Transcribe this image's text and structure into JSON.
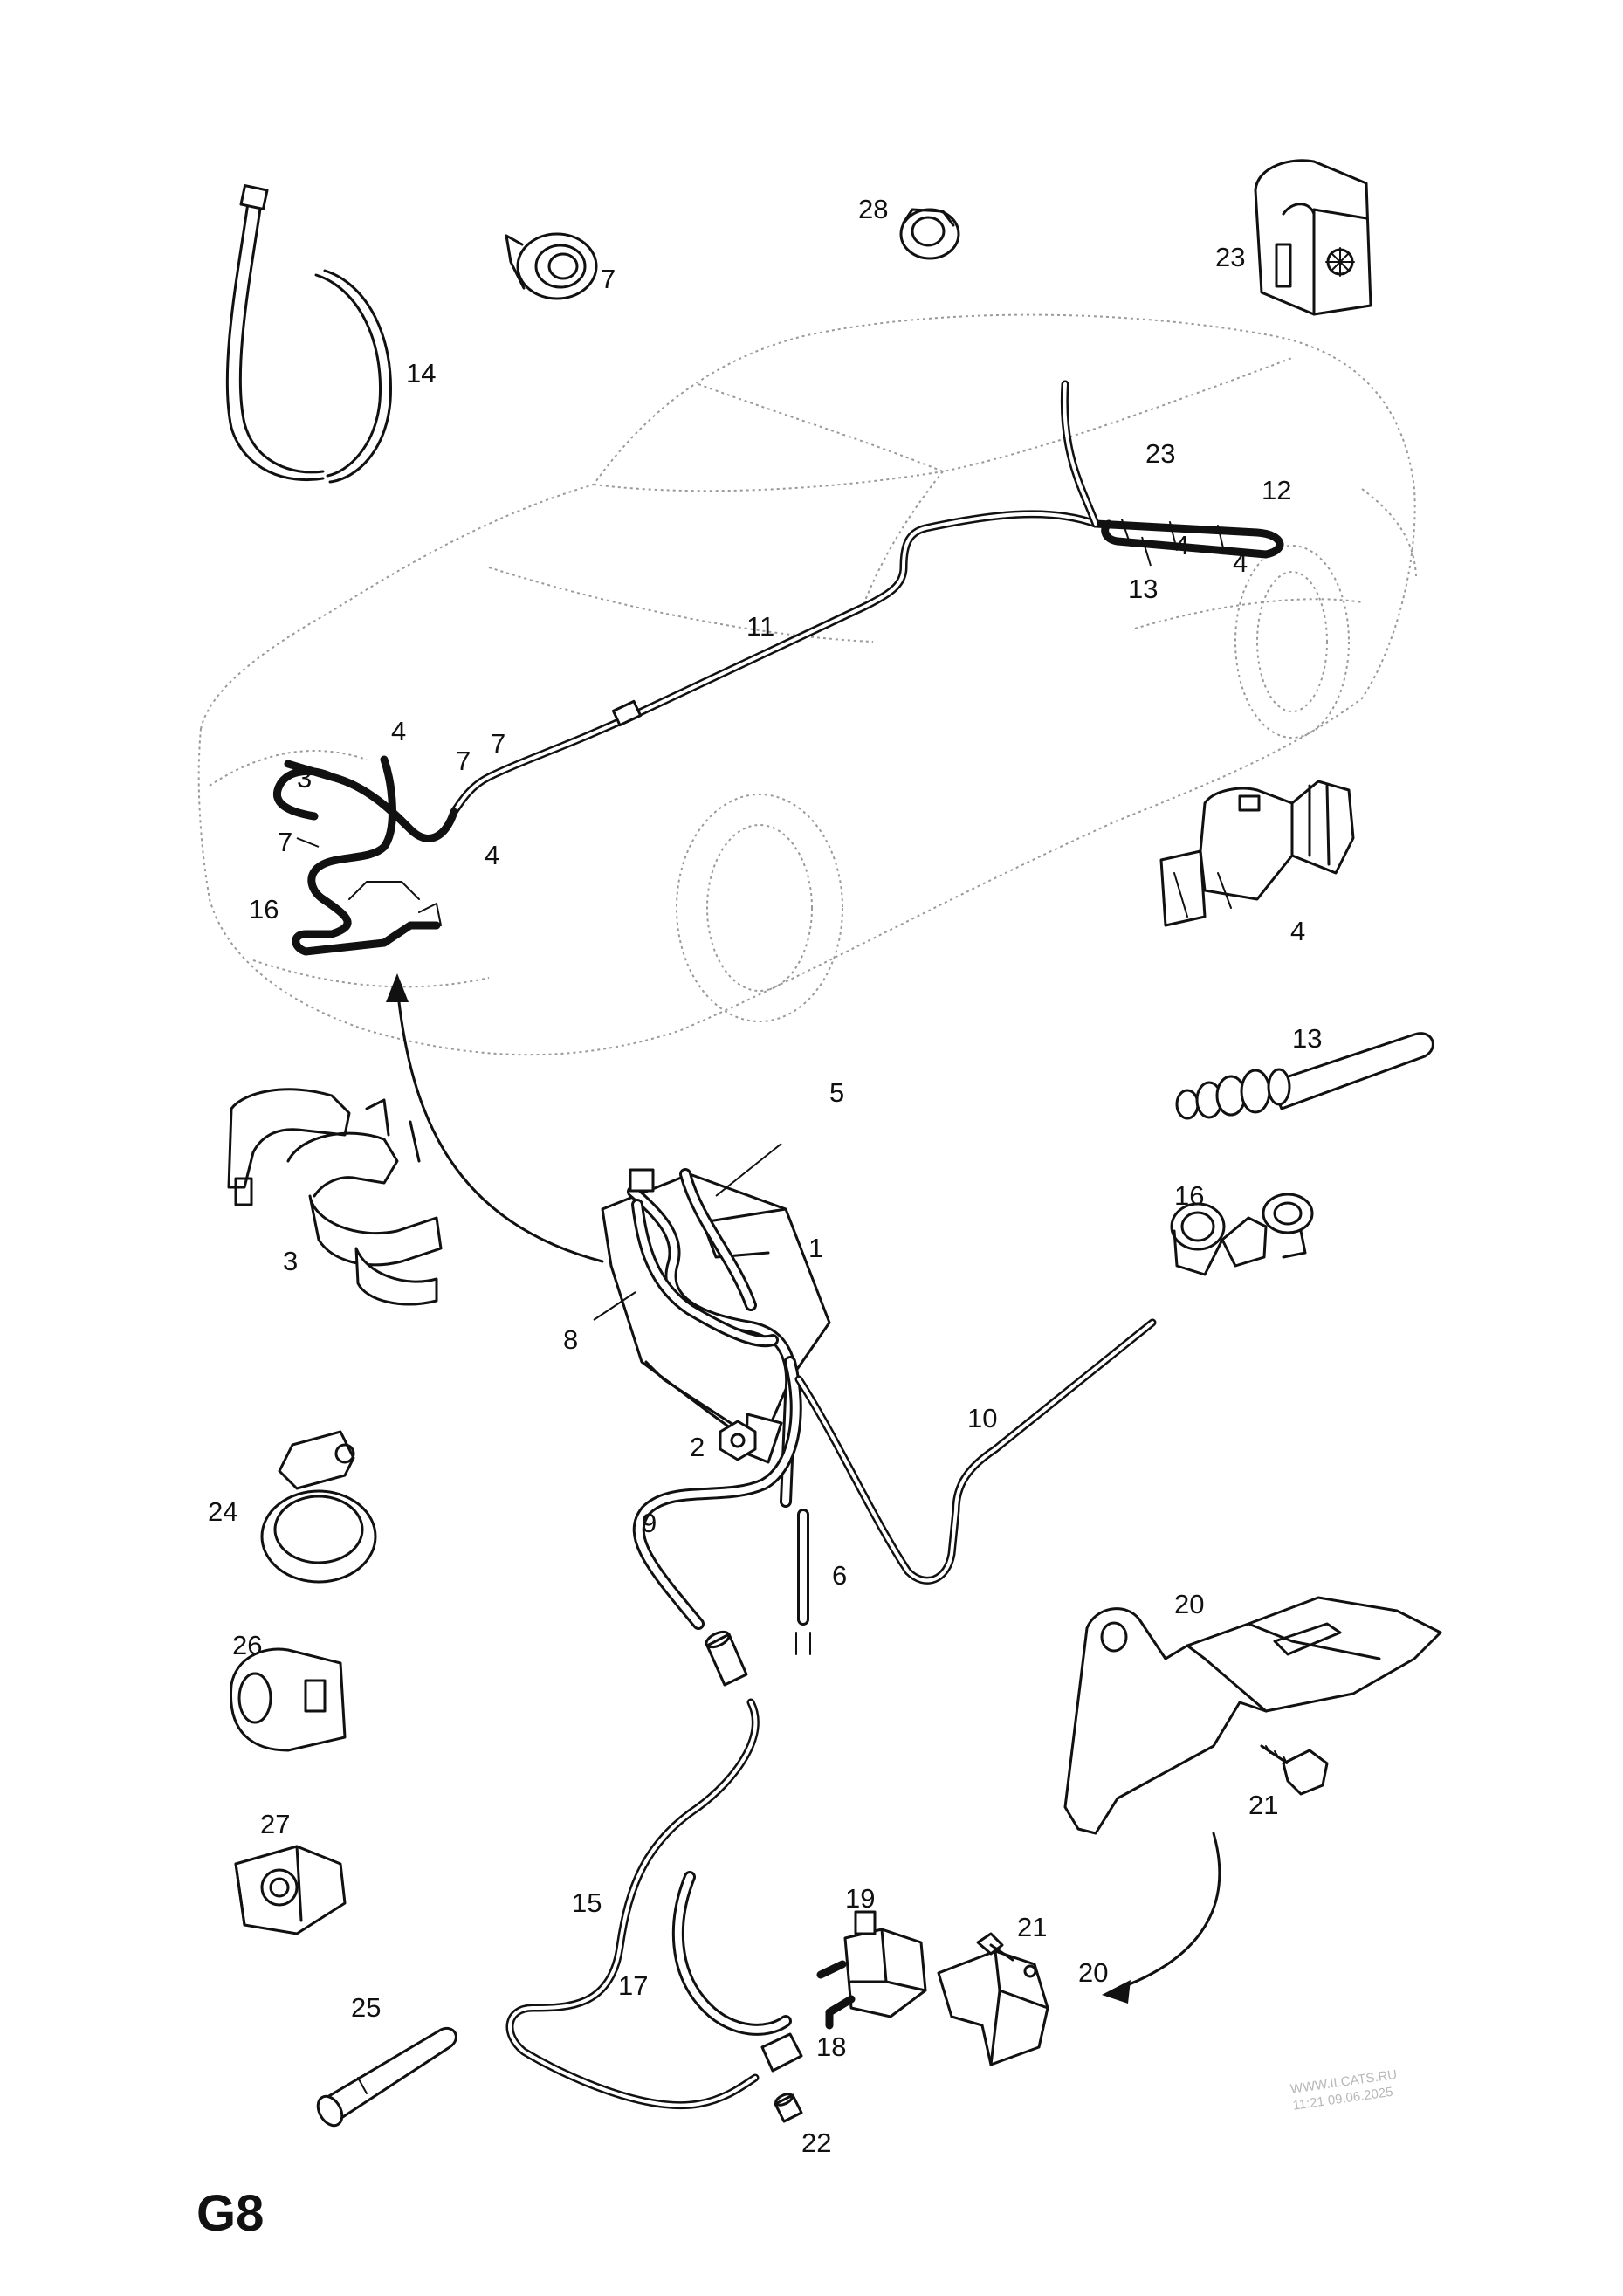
{
  "diagram": {
    "page_code": "G8",
    "watermark": [
      "WWW.ILCATS.RU",
      "11:21 09.06.2025"
    ],
    "callouts": [
      {
        "id": "c1",
        "text": "1"
      },
      {
        "id": "c2",
        "text": "2"
      },
      {
        "id": "c3a",
        "text": "3"
      },
      {
        "id": "c3b",
        "text": "3"
      },
      {
        "id": "c4a",
        "text": "4"
      },
      {
        "id": "c4b",
        "text": "4"
      },
      {
        "id": "c4c",
        "text": "4"
      },
      {
        "id": "c4d",
        "text": "4"
      },
      {
        "id": "c4e",
        "text": "4"
      },
      {
        "id": "c5",
        "text": "5"
      },
      {
        "id": "c6",
        "text": "6"
      },
      {
        "id": "c7a",
        "text": "7"
      },
      {
        "id": "c7b",
        "text": "7"
      },
      {
        "id": "c7c",
        "text": "7"
      },
      {
        "id": "c7d",
        "text": "7"
      },
      {
        "id": "c8",
        "text": "8"
      },
      {
        "id": "c9",
        "text": "9"
      },
      {
        "id": "c10",
        "text": "10"
      },
      {
        "id": "c11",
        "text": "11"
      },
      {
        "id": "c12",
        "text": "12"
      },
      {
        "id": "c13a",
        "text": "13"
      },
      {
        "id": "c13b",
        "text": "13"
      },
      {
        "id": "c14",
        "text": "14"
      },
      {
        "id": "c15",
        "text": "15"
      },
      {
        "id": "c16a",
        "text": "16"
      },
      {
        "id": "c16b",
        "text": "16"
      },
      {
        "id": "c17",
        "text": "17"
      },
      {
        "id": "c18",
        "text": "18"
      },
      {
        "id": "c19",
        "text": "19"
      },
      {
        "id": "c20a",
        "text": "20"
      },
      {
        "id": "c20b",
        "text": "20"
      },
      {
        "id": "c21a",
        "text": "21"
      },
      {
        "id": "c21b",
        "text": "21"
      },
      {
        "id": "c22",
        "text": "22"
      },
      {
        "id": "c23a",
        "text": "23"
      },
      {
        "id": "c23b",
        "text": "23"
      },
      {
        "id": "c24",
        "text": "24"
      },
      {
        "id": "c25",
        "text": "25"
      },
      {
        "id": "c26",
        "text": "26"
      },
      {
        "id": "c27",
        "text": "27"
      },
      {
        "id": "c28",
        "text": "28"
      }
    ]
  }
}
